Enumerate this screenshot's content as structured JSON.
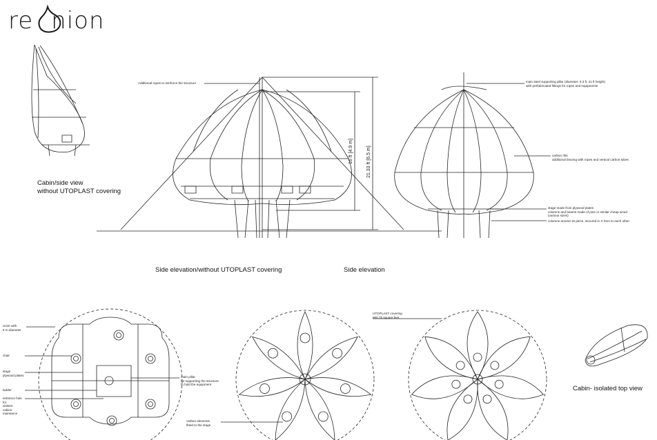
{
  "logo": {
    "prefix": "re",
    "suffix": "nion"
  },
  "captions": {
    "cabin_side": "Cabin/side view\nwithout UTOPLAST covering",
    "side_elevation_without": "Side elevation/without UTOPLAST covering",
    "side_elevation": "Side elevation",
    "cabin_top": "Cabin- isolated top view"
  },
  "dimensions": {
    "height_inner": "16 ft [4.9 m]",
    "height_outer": "21.33 ft [6.5 m]"
  },
  "notes": {
    "additional_ropes": "Additional ropes to reinforce the structure",
    "main_pillar": "main steel supporting pillar (diameter: 0.3 ft, 21 ft height)\nwith prefabricated fittings for ropes and equipments",
    "carbon_ribs": "carbon ribs\nadditional bracing with ropes and vertical carbon tubes",
    "stage": "stage made from plywood plates\ncolumns and beams made of pine or similar cheap wood\n(various sizes)",
    "columns": "columns around 15 piece, secured in X form to each other",
    "circle": "circle with\n6 m diameter",
    "chair": "chair",
    "stage_plywood": "stage\nplywood plates",
    "ladder": "ladder",
    "entrance": "entrance hole\nfor\nvisitors\ncabins\nmaintance",
    "main_pillar_plan": "main pillar\nfor supporting the structure\nto hold the equipment",
    "carbon_elements": "carbon elements\nfitted to the stage",
    "utoplast": "UTOPLAST covering\n860.75 square feet"
  }
}
